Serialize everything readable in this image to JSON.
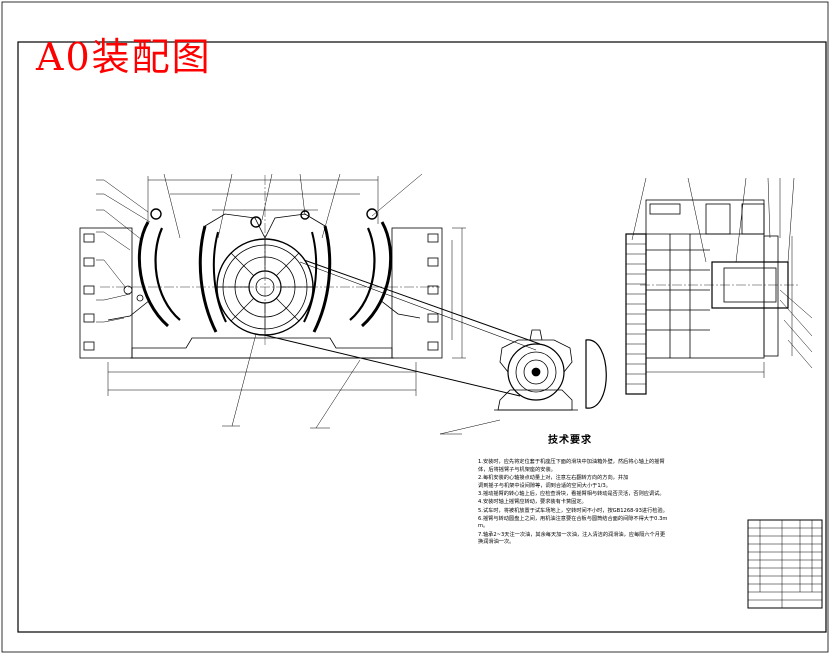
{
  "title_label": "A0装配图",
  "technical_requirements": {
    "heading": "技术要求",
    "items": [
      "1.安装时，应先将定位套于机座压下面的滑块中加油箱外壁，然后将心轴上的摇臂体，后将摇臂子与机架座的安装。",
      "2.每机安装的心轴接点动量上对，注意左右翻转方向的方向，并加",
      "调到摇子与机架中设间隙等，调到合适的空间大小于1/3。",
      "3.摇动摇臂的转心轴上后，应检查滑块，看摇臂相与转动是否灵活，否则应调试。",
      "4.安装时轴上摇臂应转动，要求装有卡簧固定。",
      "5.试车时，将被机放置于试车场地上，空转时间不小时，按GB1268-93进行检验。",
      "6.摇臂与转动圆盘上之间，用机油注意要在合板与圆筒结合面的间隙不得大于0.3mm。",
      "7.轴承2~3天注一次油，其余每天加一次油，注入清洁的润滑油，应每隔六个月更换润滑油一次。"
    ]
  },
  "colors": {
    "title": "#ff0000",
    "line": "#000000",
    "background": "#ffffff"
  }
}
